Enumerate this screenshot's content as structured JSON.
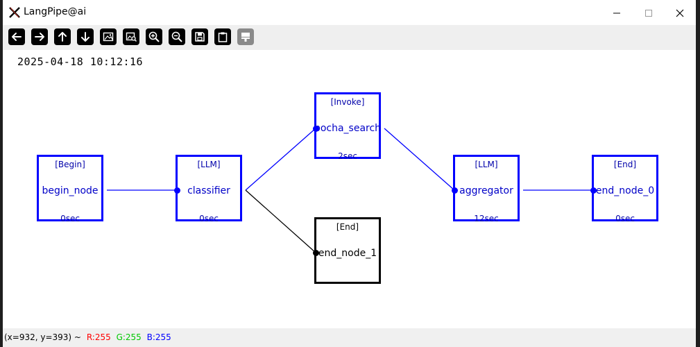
{
  "window": {
    "title": "LangPipe@ai",
    "controls": {
      "minimize": "—",
      "maximize": "☐",
      "close": "✕"
    }
  },
  "toolbar": {
    "buttons": [
      {
        "name": "arrow-left-icon",
        "enabled": true
      },
      {
        "name": "arrow-right-icon",
        "enabled": true
      },
      {
        "name": "arrow-up-icon",
        "enabled": true
      },
      {
        "name": "arrow-down-icon",
        "enabled": true
      },
      {
        "name": "image-icon",
        "enabled": true
      },
      {
        "name": "image-search-icon",
        "enabled": true
      },
      {
        "name": "zoom-in-icon",
        "enabled": true
      },
      {
        "name": "zoom-out-icon",
        "enabled": true
      },
      {
        "name": "save-icon",
        "enabled": true
      },
      {
        "name": "clipboard-icon",
        "enabled": true
      },
      {
        "name": "paint-brush-icon",
        "enabled": false
      }
    ]
  },
  "canvas": {
    "timestamp": "2025-04-18 10:12:16",
    "nodes": [
      {
        "id": "begin_node",
        "type": "[Begin]",
        "name": "begin_node",
        "time": "0sec",
        "color": "#0000ff"
      },
      {
        "id": "classifier",
        "type": "[LLM]",
        "name": "classifier",
        "time": "0sec",
        "color": "#0000ff"
      },
      {
        "id": "bocha_search",
        "type": "[Invoke]",
        "name": "bocha_search",
        "time": "2sec",
        "color": "#0000ff"
      },
      {
        "id": "end_node_1",
        "type": "[End]",
        "name": "end_node_1",
        "time": "",
        "color": "#000000"
      },
      {
        "id": "aggregator",
        "type": "[LLM]",
        "name": "aggregator",
        "time": "12sec",
        "color": "#0000ff"
      },
      {
        "id": "end_node_0",
        "type": "[End]",
        "name": "end_node_0",
        "time": "0sec",
        "color": "#0000ff"
      }
    ],
    "edges": [
      {
        "from": "begin_node",
        "to": "classifier",
        "color": "#0000ff"
      },
      {
        "from": "classifier",
        "to": "bocha_search",
        "color": "#0000ff"
      },
      {
        "from": "classifier",
        "to": "end_node_1",
        "color": "#000000"
      },
      {
        "from": "bocha_search",
        "to": "aggregator",
        "color": "#0000ff"
      },
      {
        "from": "aggregator",
        "to": "end_node_0",
        "color": "#0000ff"
      }
    ]
  },
  "status": {
    "coords": "(x=932, y=393) ~",
    "r": "R:255",
    "g": "G:255",
    "b": "B:255",
    "colors": {
      "r": "#ff0000",
      "g": "#00c800",
      "b": "#0000ff"
    }
  }
}
